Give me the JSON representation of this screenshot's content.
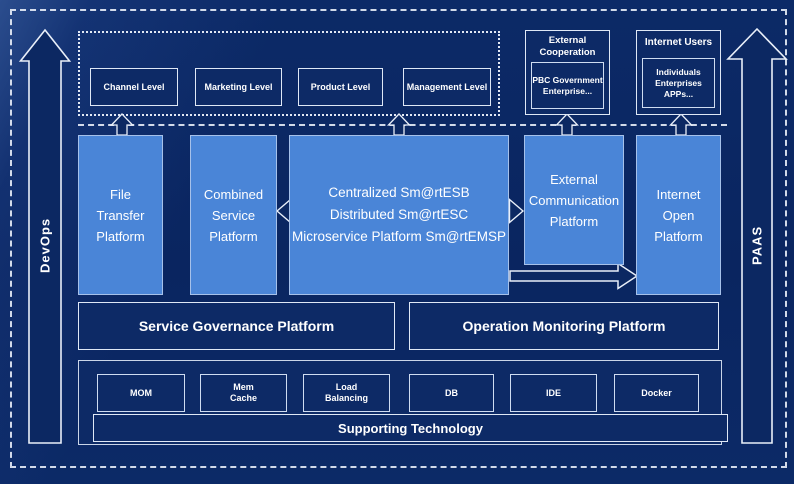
{
  "diagram": {
    "devops_label": "DevOps",
    "paas_label": "PAAS",
    "levels": [
      "Channel Level",
      "Marketing Level",
      "Product Level",
      "Management Level"
    ],
    "external_cooperation": {
      "title_lines": [
        "External",
        "Cooperation"
      ],
      "members_lines": [
        "PBC Government",
        "Enterprise..."
      ]
    },
    "internet_users": {
      "title": "Internet Users",
      "members_lines": [
        "Individuals",
        "Enterprises",
        "APPs..."
      ]
    },
    "platforms": {
      "file_transfer": [
        "File",
        "Transfer",
        "Platform"
      ],
      "combined_service": [
        "Combined",
        "Service",
        "Platform"
      ],
      "esb": [
        "Centralized Sm@rtESB",
        "Distributed Sm@rtESC",
        "Microservice Platform Sm@rtEMSP"
      ],
      "external_communication": [
        "External",
        "Communication",
        "Platform"
      ],
      "internet_open": [
        "Internet",
        "Open",
        "Platform"
      ]
    },
    "governance_label": "Service Governance Platform",
    "monitoring_label": "Operation Monitoring Platform",
    "technologies": [
      {
        "lines": [
          "MOM"
        ]
      },
      {
        "lines": [
          "Mem",
          "Cache"
        ]
      },
      {
        "lines": [
          "Load",
          "Balancing"
        ]
      },
      {
        "lines": [
          "DB"
        ]
      },
      {
        "lines": [
          "IDE"
        ]
      },
      {
        "lines": [
          "Docker"
        ]
      }
    ],
    "supporting_label": "Supporting Technology",
    "colors": {
      "background": "#0b2863",
      "panel_navy": "#0d2a66",
      "accent_blue": "#4a85d7",
      "border_light": "#dfe8f6"
    }
  }
}
